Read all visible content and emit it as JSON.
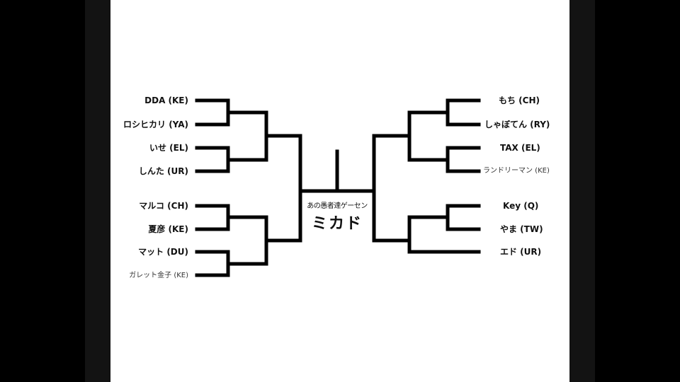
{
  "logo": {
    "top_text": "あの愚者達ゲーセン",
    "main_text": "ミカド"
  },
  "left_players": [
    {
      "name": "DDA (KE)"
    },
    {
      "name": "ロシヒカリ (YA)"
    },
    {
      "name": "いせ (EL)"
    },
    {
      "name": "しんた (UR)"
    },
    {
      "name": "マルコ (CH)"
    },
    {
      "name": "夏彦 (KE)"
    },
    {
      "name": "マット (DU)"
    },
    {
      "name": "ガレット金子 (KE)"
    }
  ],
  "right_players": [
    {
      "name": "もち (CH)"
    },
    {
      "name": "しゃぼてん (RY)"
    },
    {
      "name": "TAX (EL)"
    },
    {
      "name": "ランドリーマン (KE)"
    },
    {
      "name": "Key (Q)"
    },
    {
      "name": "やま (TW)"
    },
    {
      "name": "エド (UR)"
    }
  ],
  "colors": {
    "background": "#000000",
    "canvas": "#ffffff",
    "lines": "#000000"
  }
}
